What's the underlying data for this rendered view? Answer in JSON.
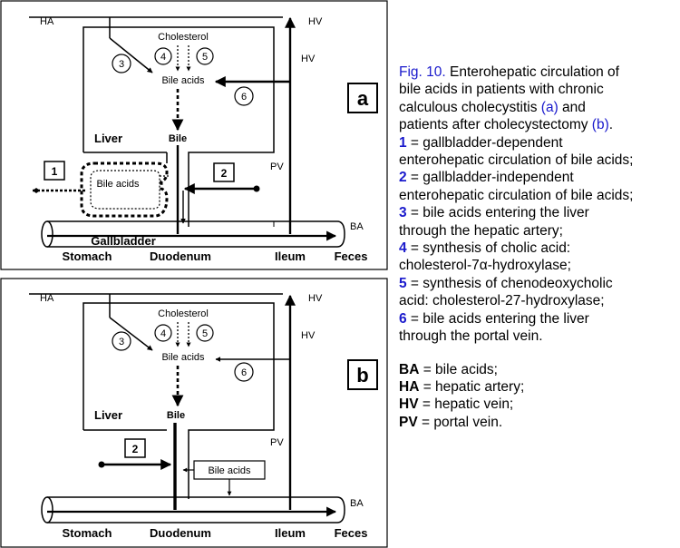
{
  "diagram": {
    "labels": {
      "ha": "HA",
      "hv": "HV",
      "pv": "PV",
      "ba": "BA",
      "cholesterol": "Cholesterol",
      "bile_acids": "Bile acids",
      "liver": "Liver",
      "bile": "Bile",
      "gallbladder": "Gallbladder",
      "stomach": "Stomach",
      "duodenum": "Duodenum",
      "ileum": "Ileum",
      "feces": "Feces"
    },
    "numbers": {
      "n1": "1",
      "n2": "2",
      "n3": "3",
      "n4": "4",
      "n5": "5",
      "n6": "6"
    },
    "panel_a": "a",
    "panel_b": "b"
  },
  "caption": {
    "fig_label": "Fig. 10.",
    "title_1": " Enterohepatic circulation of",
    "title_2": "bile acids in patients with chronic",
    "title_3a": "calculous cholecystitis ",
    "title_3b": "(a)",
    "title_3c": " and",
    "title_4a": "patients after cholecystectomy ",
    "title_4b": "(b)",
    "title_4c": ".",
    "item1_num": "1",
    "item1_a": " = gallbladder-dependent",
    "item1_b": "enterohepatic circulation of bile acids;",
    "item2_num": "2",
    "item2_a": " = gallbladder-independent",
    "item2_b": "enterohepatic circulation of bile acids;",
    "item3_num": "3",
    "item3_a": " = bile acids entering the liver",
    "item3_b": "through the hepatic artery;",
    "item4_num": "4",
    "item4_a": " = synthesis of cholic acid:",
    "item4_b": "cholesterol-7α-hydroxylase;",
    "item5_num": "5",
    "item5_a": " = synthesis of chenodeoxycholic",
    "item5_b": "acid: cholesterol-27-hydroxylase;",
    "item6_num": "6",
    "item6_a": " = bile acids entering the liver",
    "item6_b": "through the portal vein.",
    "abbr_ba_key": "BA",
    "abbr_ba_val": " = bile acids;",
    "abbr_ha_key": "HA",
    "abbr_ha_val": " = hepatic artery;",
    "abbr_hv_key": "HV",
    "abbr_hv_val": " = hepatic vein;",
    "abbr_pv_key": "PV",
    "abbr_pv_val": " = portal vein."
  }
}
